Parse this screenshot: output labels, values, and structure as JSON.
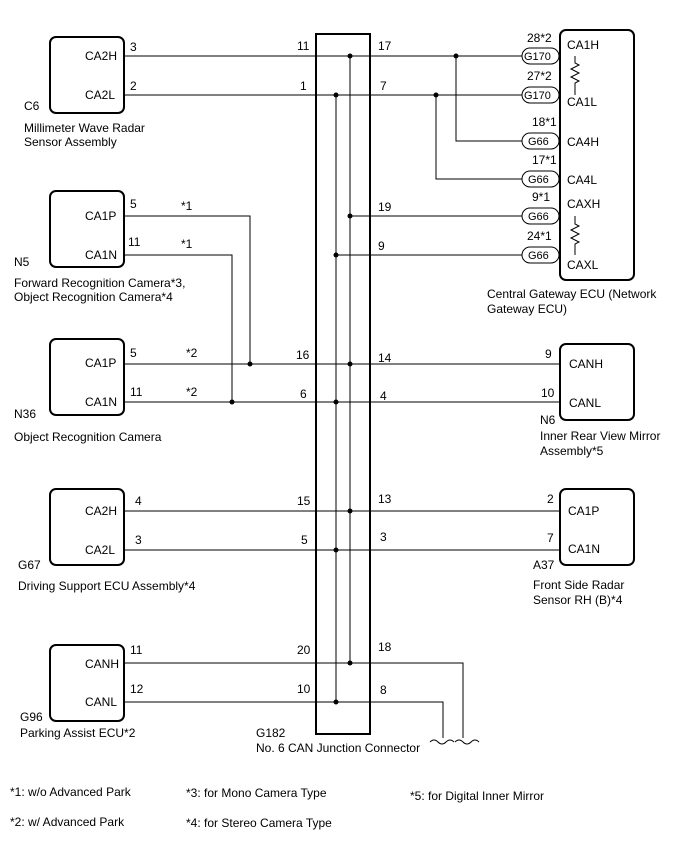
{
  "components": {
    "c6": {
      "id": "C6",
      "name_line1": "Millimeter Wave Radar",
      "name_line2": "Sensor Assembly",
      "pin_a": "CA2H",
      "pin_b": "CA2L",
      "pin_a_no": "3",
      "pin_b_no": "2"
    },
    "n5": {
      "id": "N5",
      "name_line1": "Forward Recognition Camera*3,",
      "name_line2": "Object Recognition Camera*4",
      "pin_a": "CA1P",
      "pin_b": "CA1N",
      "pin_a_no": "5",
      "pin_b_no": "11",
      "note_a": "*1",
      "note_b": "*1"
    },
    "n36": {
      "id": "N36",
      "name_line1": "Object Recognition Camera",
      "pin_a": "CA1P",
      "pin_b": "CA1N",
      "pin_a_no": "5",
      "pin_b_no": "11",
      "note_a": "*2",
      "note_b": "*2"
    },
    "g67": {
      "id": "G67",
      "name_line1": "Driving Support ECU Assembly*4",
      "pin_a": "CA2H",
      "pin_b": "CA2L",
      "pin_a_no": "4",
      "pin_b_no": "3"
    },
    "g96": {
      "id": "G96",
      "name_line1": "Parking Assist ECU*2",
      "pin_a": "CANH",
      "pin_b": "CANL",
      "pin_a_no": "11",
      "pin_b_no": "12"
    },
    "gateway": {
      "name_line1": "Central Gateway ECU (Network",
      "name_line2": "Gateway ECU)",
      "pins": [
        {
          "label": "CA1H",
          "conn": "G170",
          "no": "28*2"
        },
        {
          "label": "CA1L",
          "conn": "G170",
          "no": "27*2"
        },
        {
          "label": "CA4H",
          "conn": "G66",
          "no": "18*1"
        },
        {
          "label": "CA4L",
          "conn": "G66",
          "no": "17*1"
        },
        {
          "label": "CAXH",
          "conn": "G66",
          "no": "9*1"
        },
        {
          "label": "CAXL",
          "conn": "G66",
          "no": "24*1"
        }
      ]
    },
    "n6": {
      "id": "N6",
      "name_line1": "Inner Rear View Mirror",
      "name_line2": "Assembly*5",
      "pin_a": "CANH",
      "pin_b": "CANL",
      "pin_a_no": "9",
      "pin_b_no": "10"
    },
    "a37": {
      "id": "A37",
      "name_line1": "Front Side Radar",
      "name_line2": "Sensor RH (B)*4",
      "pin_a": "CA1P",
      "pin_b": "CA1N",
      "pin_a_no": "2",
      "pin_b_no": "7"
    }
  },
  "junction": {
    "id": "G182",
    "name": "No. 6 CAN Junction Connector",
    "left_pins": [
      "11",
      "1",
      "16",
      "6",
      "15",
      "5",
      "20",
      "10"
    ],
    "right_pins": [
      "17",
      "7",
      "19",
      "9",
      "14",
      "4",
      "13",
      "3",
      "18",
      "8"
    ]
  },
  "notes": [
    "*1: w/o Advanced Park",
    "*2: w/ Advanced Park",
    "*3: for Mono Camera Type",
    "*4: for Stereo Camera Type",
    "*5: for Digital Inner Mirror"
  ]
}
